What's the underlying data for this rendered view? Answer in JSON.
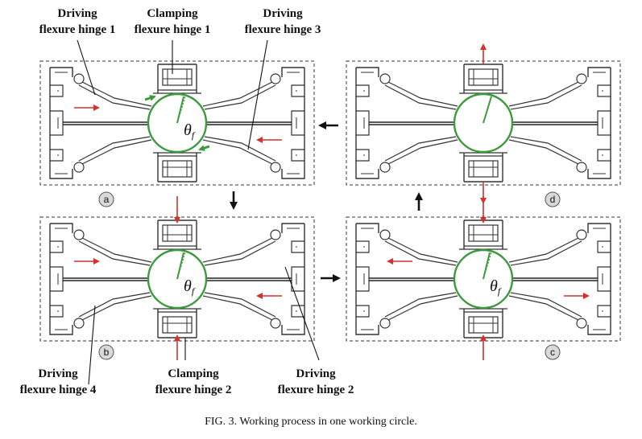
{
  "labels": {
    "driving_hinge_1": [
      "Driving",
      "flexure hinge 1"
    ],
    "clamping_hinge_1": [
      "Clamping",
      "flexure hinge 1"
    ],
    "driving_hinge_3": [
      "Driving",
      "flexure hinge 3"
    ],
    "driving_hinge_4": [
      "Driving",
      "flexure hinge 4"
    ],
    "clamping_hinge_2": [
      "Clamping",
      "flexure hinge 2"
    ],
    "driving_hinge_2": [
      "Driving",
      "flexure hinge 2"
    ]
  },
  "panels": [
    {
      "id": "a",
      "tag": "a",
      "theta": "θ",
      "theta_sub": "f"
    },
    {
      "id": "b",
      "tag": "b",
      "theta": "θ",
      "theta_sub": "f"
    },
    {
      "id": "c",
      "tag": "c",
      "theta": "θ",
      "theta_sub": "f"
    },
    {
      "id": "d",
      "tag": "d"
    }
  ],
  "caption": "FIG. 3.  Working process in one working circle.",
  "colors": {
    "arrow_red": "#d4322a",
    "rotor_green": "#3b9a3b",
    "line": "#2a2a2a",
    "tag_fill": "#d9d9d9"
  }
}
